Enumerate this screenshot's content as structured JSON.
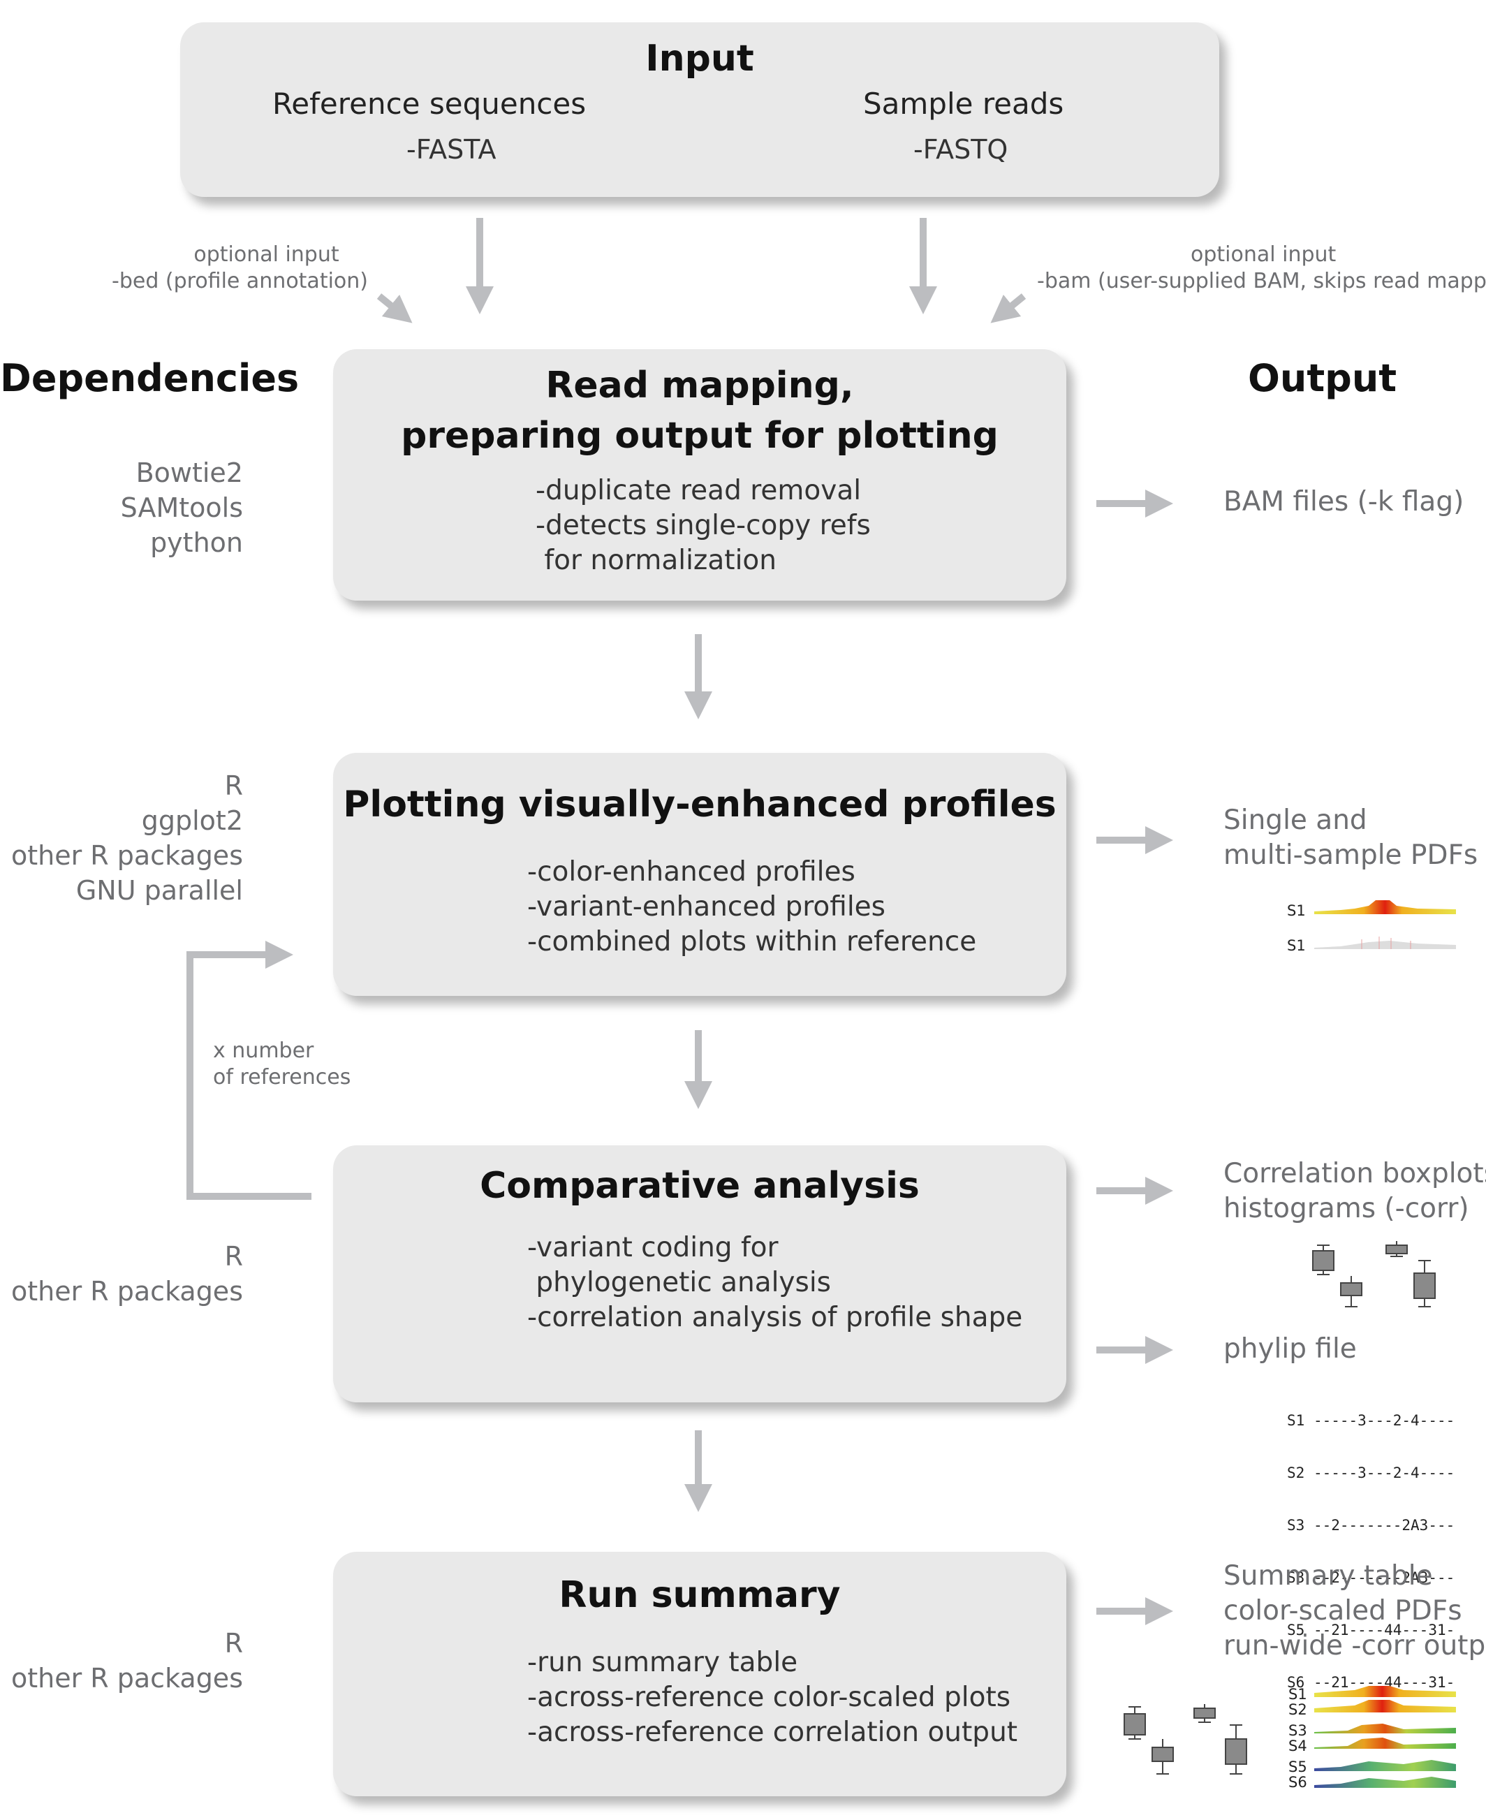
{
  "input": {
    "title": "Input",
    "reference": {
      "label": "Reference sequences",
      "format": "-FASTA"
    },
    "sample": {
      "label": "Sample reads",
      "format": "-FASTQ"
    },
    "optional_left": {
      "line1": "optional input",
      "line2": "-bed (profile annotation)"
    },
    "optional_right": {
      "line1": "optional input",
      "line2": "-bam (user-supplied BAM, skips read mapping)"
    }
  },
  "headers": {
    "dependencies": "Dependencies",
    "output": "Output"
  },
  "steps": [
    {
      "title_lines": [
        "Read mapping,",
        "preparing output for plotting"
      ],
      "body": "-duplicate read removal\n-detects single-copy refs\n for normalization",
      "dependencies": "Bowtie2\nSAMtools\npython",
      "outputs": [
        "BAM files (-k flag)"
      ]
    },
    {
      "title_lines": [
        "Plotting visually-enhanced profiles"
      ],
      "body": "-color-enhanced profiles\n-variant-enhanced profiles\n-combined plots within reference",
      "dependencies": "R\nggplot2\nother R packages\nGNU parallel",
      "outputs": [
        "Single and\nmulti-sample PDFs"
      ],
      "mini_labels": [
        "S1",
        "S1"
      ]
    },
    {
      "title_lines": [
        "Comparative analysis"
      ],
      "body": "-variant coding for\n phylogenetic analysis\n-correlation analysis of profile shape",
      "dependencies": "R\nother R packages",
      "outputs": [
        "Correlation boxplots,\nhistograms (-corr)",
        "phylip file"
      ],
      "phylip": {
        "labels": [
          "S1",
          "S2",
          "S3",
          "S3",
          "S5",
          "S6"
        ],
        "rows": [
          "-----3---2-4----",
          "-----3---2-4----",
          "--2-------2A3---",
          "--2-------2A3---",
          "--21----44---31-",
          "--21----44---31-"
        ]
      }
    },
    {
      "title_lines": [
        "Run summary"
      ],
      "body": "-run summary table\n-across-reference color-scaled plots\n-across-reference correlation output",
      "dependencies": "R\nother R packages",
      "outputs": [
        "Summary table\ncolor-scaled PDFs\nrun-wide -corr output"
      ],
      "mini_labels": [
        "S1",
        "S2",
        "S3",
        "S4",
        "S5",
        "S6"
      ]
    }
  ],
  "loop": {
    "line1": "x number",
    "line2": "of references"
  },
  "colors": {
    "box": "#e9e9e9",
    "arrow": "#bcbdc0",
    "text_gray": "#6d6e71",
    "title": "#111111"
  }
}
